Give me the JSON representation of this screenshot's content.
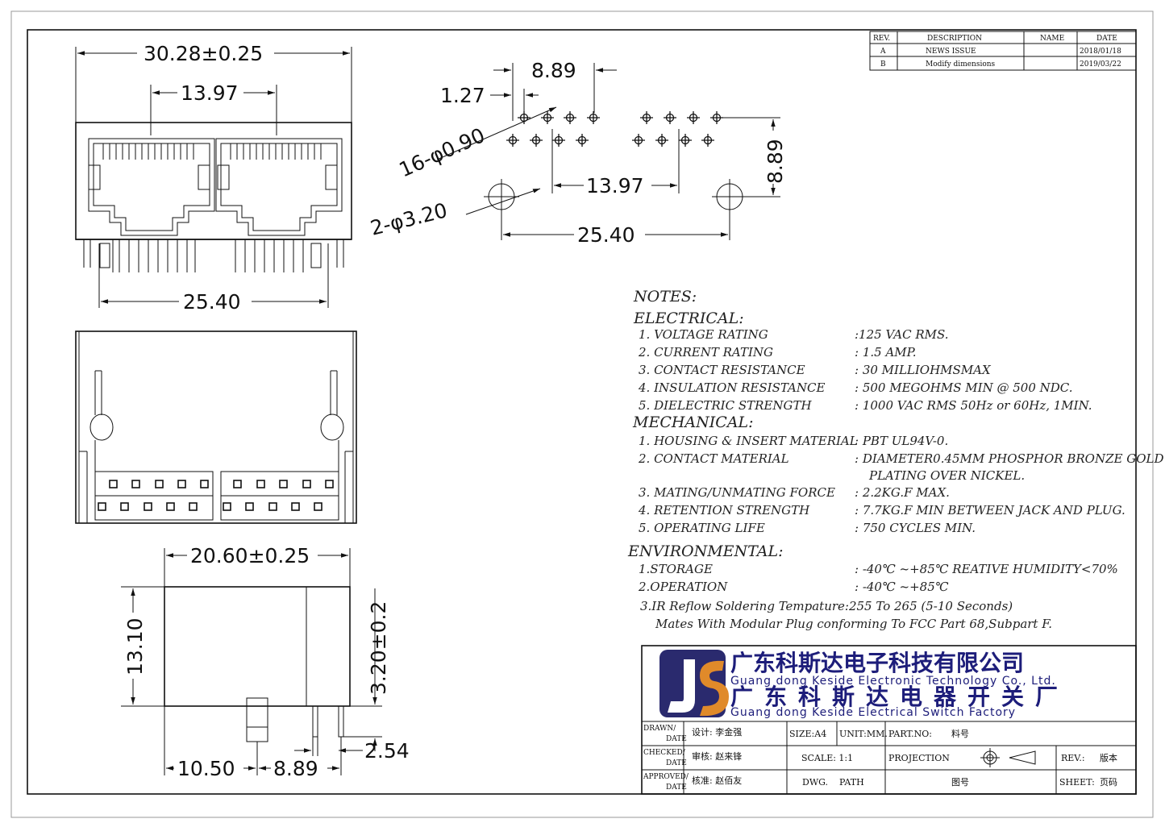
{
  "revision_table": {
    "headers": [
      "REV.",
      "DESCRIPTION",
      "NAME",
      "DATE"
    ],
    "rows": [
      {
        "rev": "A",
        "description": "NEWS ISSUE",
        "name": "",
        "date": "2018/01/18"
      },
      {
        "rev": "B",
        "description": "Modify dimensions",
        "name": "",
        "date": "2019/03/22"
      }
    ]
  },
  "dimensions": {
    "front_width": "30.28±0.25",
    "port_pitch_top": "13.97",
    "pin_span_bottom": "25.40",
    "pcb_row_spacing": "8.89",
    "pcb_pin_pitch": "1.27",
    "pcb_pin_hole": "16-φ0.90",
    "pcb_port_pitch": "13.97",
    "pcb_post_hole": "2-φ3.20",
    "pcb_post_span": "25.40",
    "pcb_row_offset": "8.89",
    "side_depth": "20.60±0.25",
    "side_height": "13.10",
    "side_pin_length": "3.20±0.2",
    "side_post_offset": "10.50",
    "side_pin_spacing": "8.89",
    "side_pin_pitch": "2.54"
  },
  "notes": {
    "title": "NOTES:",
    "electrical_title": "ELECTRICAL:",
    "electrical": [
      {
        "label": "1.  VOLTAGE RATING",
        "value": ":125 VAC RMS."
      },
      {
        "label": "2.  CURRENT RATING",
        "value": ": 1.5 AMP."
      },
      {
        "label": "3. CONTACT RESISTANCE",
        "value": ": 30 MILLIOHMSMAX"
      },
      {
        "label": "4.  INSULATION RESISTANCE",
        "value": ": 500 MEGOHMS MIN @ 500  NDC."
      },
      {
        "label": "5. DIELECTRIC STRENGTH",
        "value": ": 1000 VAC RMS 50Hz  or 60Hz, 1MIN."
      }
    ],
    "mechanical_title": "MECHANICAL:",
    "mechanical": [
      {
        "label": "1.  HOUSING & INSERT MATERIAL",
        "value": ": PBT UL94V-0."
      },
      {
        "label": "2.  CONTACT MATERIAL",
        "value": ": DIAMETER0.45MM PHOSPHOR BRONZE GOLD",
        "value2": "PLATING OVER NICKEL."
      },
      {
        "label": "3.  MATING/UNMATING FORCE",
        "value": ": 2.2KG.F MAX."
      },
      {
        "label": "4.  RETENTION STRENGTH",
        "value": ": 7.7KG.F MIN BETWEEN JACK AND PLUG."
      },
      {
        "label": "5.  OPERATING LIFE",
        "value": ":  750 CYCLES MIN."
      }
    ],
    "environmental_title": "ENVIRONMENTAL:",
    "environmental": [
      {
        "label": "1.STORAGE",
        "value": ": -40℃  ~+85℃ REATIVE HUMIDITY<70%"
      },
      {
        "label": "2.OPERATION",
        "value": ": -40℃  ~+85℃"
      }
    ],
    "reflow": "3.IR Reflow Soldering Tempature:255 To 265 (5-10 Seconds)",
    "mates": "Mates With Modular Plug conforming To FCC Part 68,Subpart F."
  },
  "title_block": {
    "logo_letters": "JS",
    "company_cn_1": "广东科斯达电子科技有限公司",
    "company_en_1": "Guang dong Keside  Electronic Technology Co., Ltd.",
    "company_cn_2": "广东科斯达电器开关厂",
    "company_en_2": "Guang dong Keside Electrical Switch Factory",
    "drawn_label": "DRAWN/",
    "drawn_date": "DATE",
    "design": "设计: 李金强",
    "checked_label": "CHECKED/",
    "checked_date": "DATE",
    "review": "审核: 赵来锋",
    "approved_label": "APPROVED/",
    "approved_date": "DATE",
    "approve": "核准: 赵佰友",
    "size": "SIZE:A4",
    "unit": "UNIT:MM.",
    "part_no_label": "PART.NO:",
    "part_no_value": "料号",
    "scale": "SCALE: 1:1",
    "projection": "PROJECTION",
    "rev_label": "REV.:",
    "rev_value": "版本",
    "dwg": "DWG.",
    "path": "PATH",
    "drawing_no": "图号",
    "sheet_label": "SHEET:",
    "sheet_value": "页码"
  }
}
